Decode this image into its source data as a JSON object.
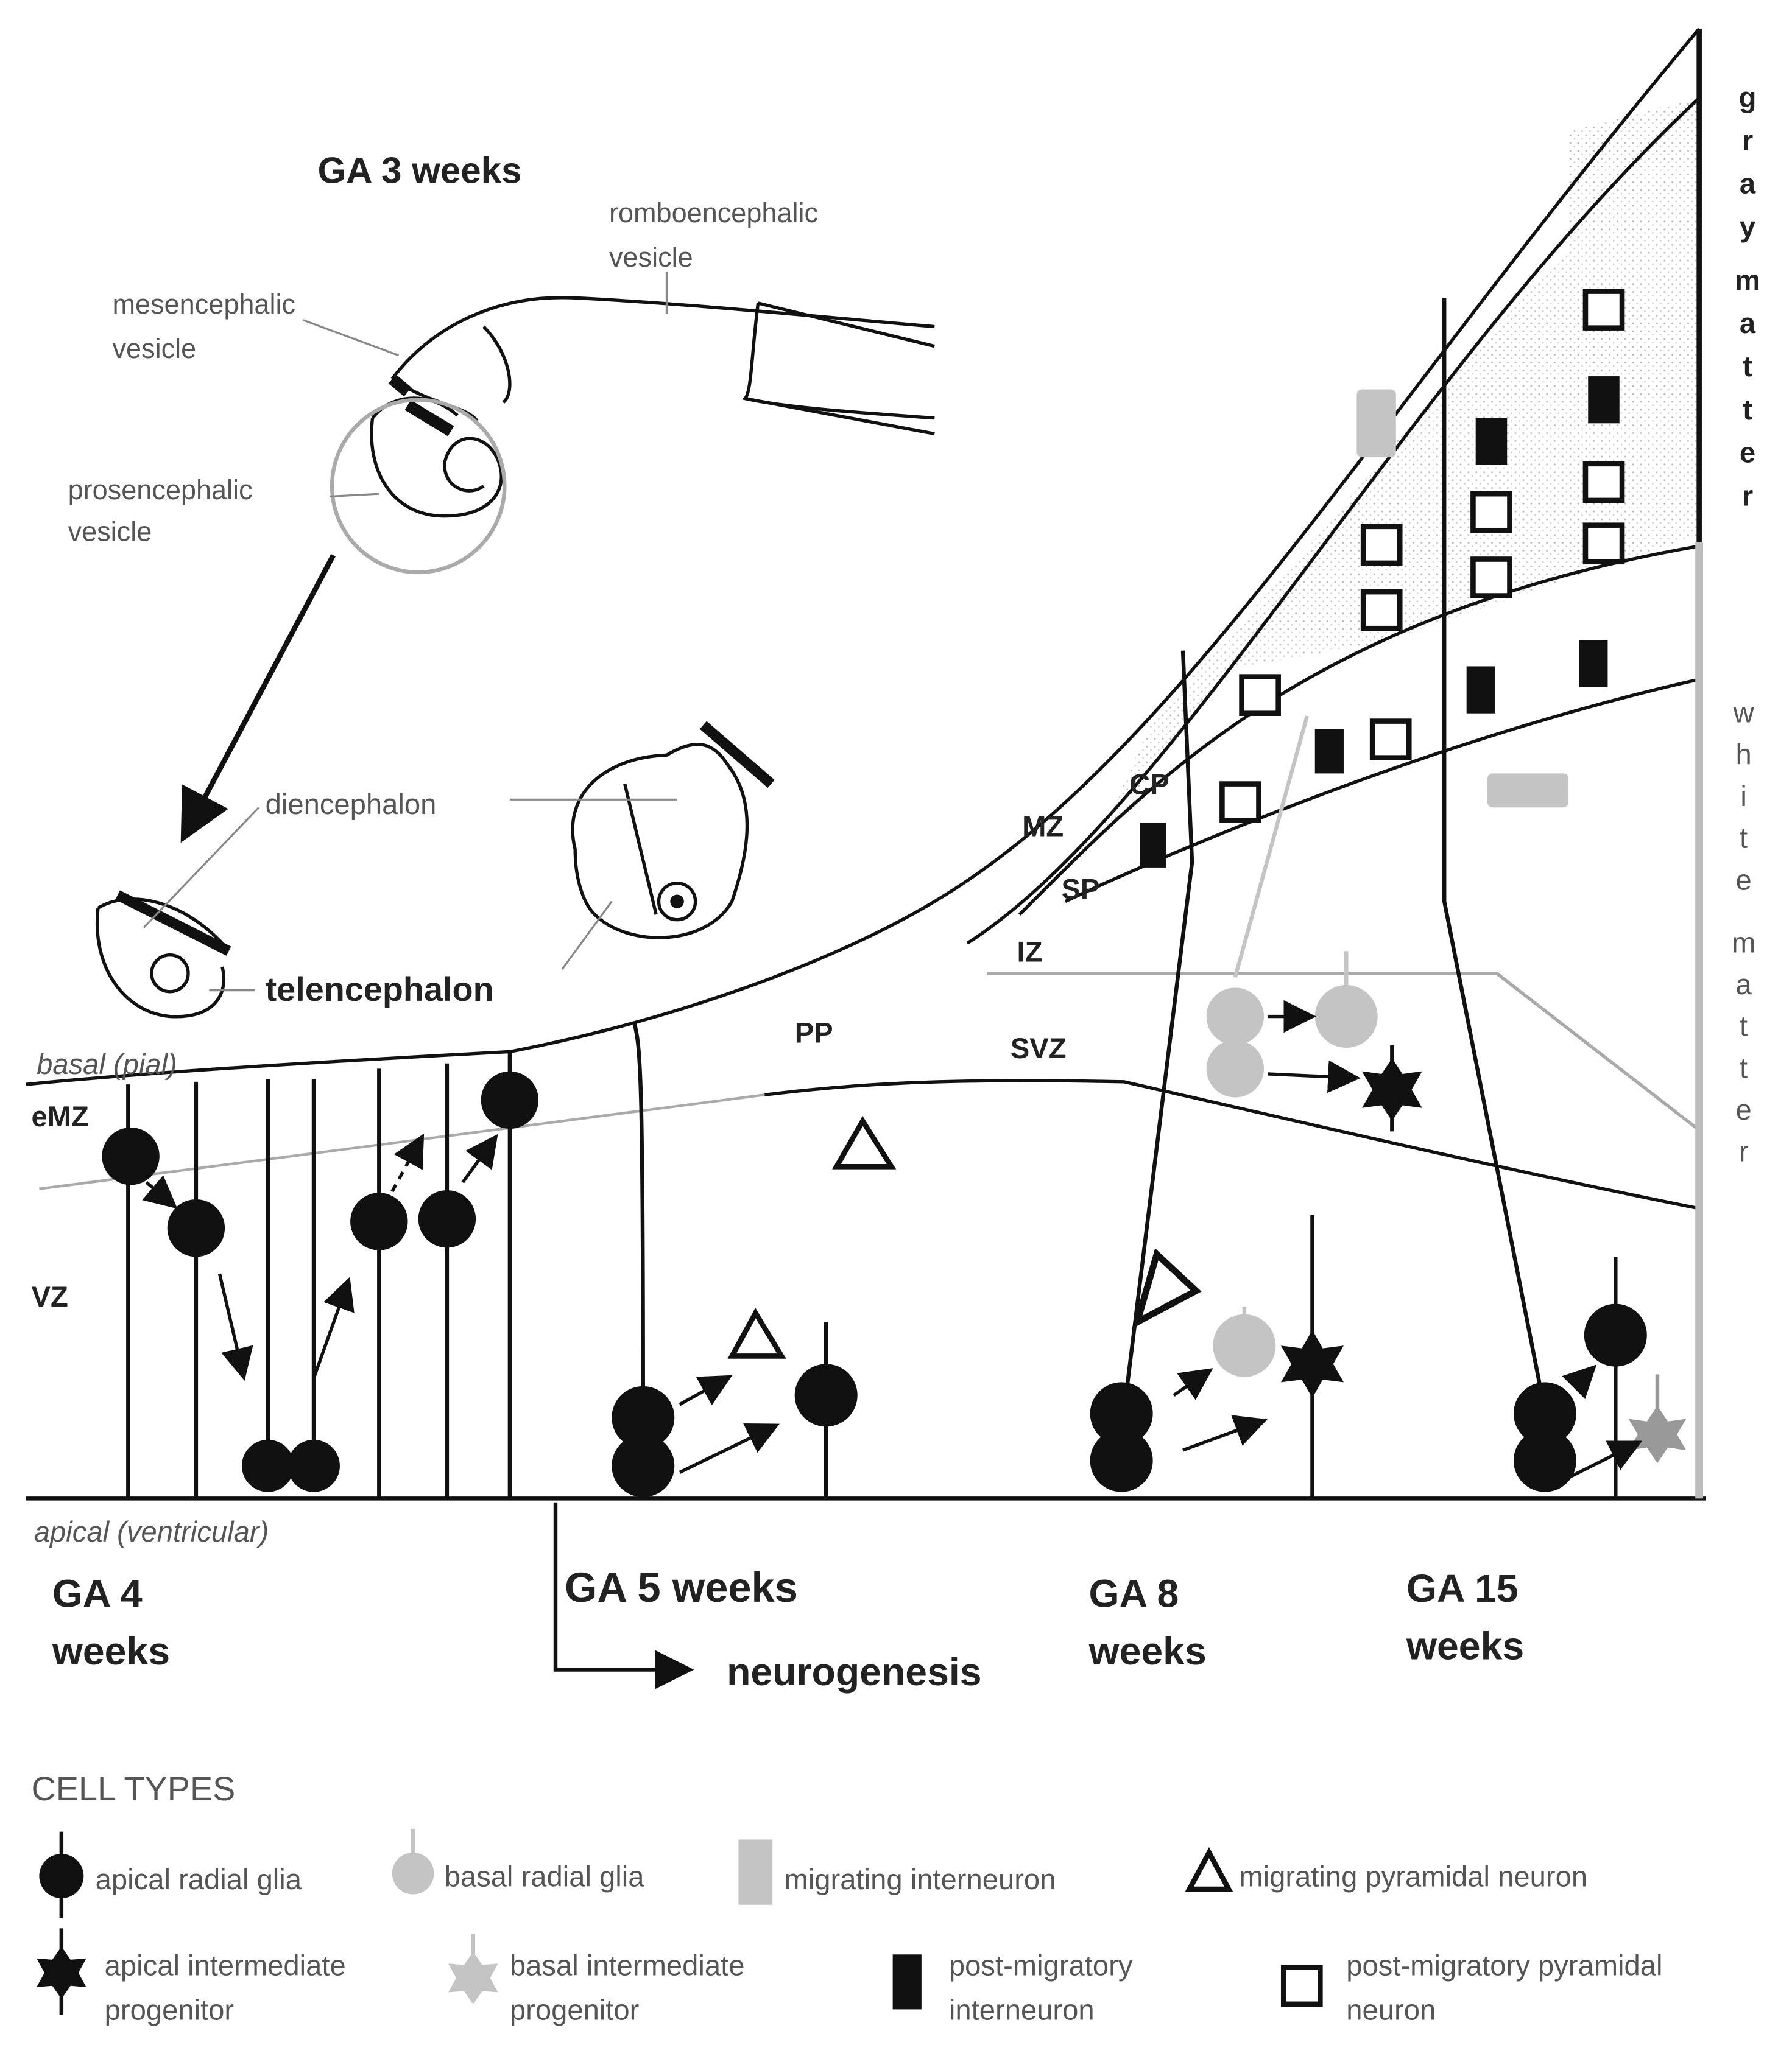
{
  "embryo": {
    "title": "GA 3 weeks",
    "romboencephalic": [
      "romboencephalic",
      "vesicle"
    ],
    "mesencephalic": [
      "mesencephalic",
      "vesicle"
    ],
    "prosencephalic": [
      "prosencephalic",
      "vesicle"
    ],
    "diencephalon": "diencephalon",
    "telencephalon": "telencephalon"
  },
  "orientation": {
    "basal": "basal (pial)",
    "apical": "apical (ventricular)"
  },
  "zones": {
    "emz": "eMZ",
    "vz": "VZ",
    "pp": "PP",
    "svz": "SVZ",
    "iz": "IZ",
    "sp": "SP",
    "mz": "MZ",
    "cp": "CP"
  },
  "stages": {
    "ga4": [
      "GA 4",
      "weeks"
    ],
    "ga5": "GA  5 weeks",
    "neurogenesis": "neurogenesis",
    "ga8": [
      "GA 8",
      "weeks"
    ],
    "ga15": [
      "GA 15",
      "weeks"
    ]
  },
  "matter": {
    "gray": [
      "g",
      "r",
      "a",
      "y",
      "m",
      "a",
      "t",
      "t",
      "e",
      "r"
    ],
    "white": [
      "w",
      "h",
      "i",
      "t",
      "e",
      "m",
      "a",
      "t",
      "t",
      "e",
      "r"
    ]
  },
  "legend": {
    "title": "CELL TYPES",
    "apical_radial_glia": "apical radial glia",
    "basal_radial_glia": "basal radial glia",
    "migrating_interneuron": "migrating interneuron",
    "migrating_pyramidal": "migrating pyramidal neuron",
    "apical_ip": [
      "apical intermediate",
      "progenitor"
    ],
    "basal_ip": [
      "basal intermediate",
      "progenitor"
    ],
    "post_mig_interneuron": [
      "post-migratory",
      "interneuron"
    ],
    "post_mig_pyramidal": [
      "post-migratory pyramidal",
      "neuron"
    ]
  },
  "colors": {
    "ink": "#111111",
    "gray_cell": "#c4c4c4",
    "stipple": "#d8d8d8",
    "white_matter": "#bdbdbd"
  }
}
